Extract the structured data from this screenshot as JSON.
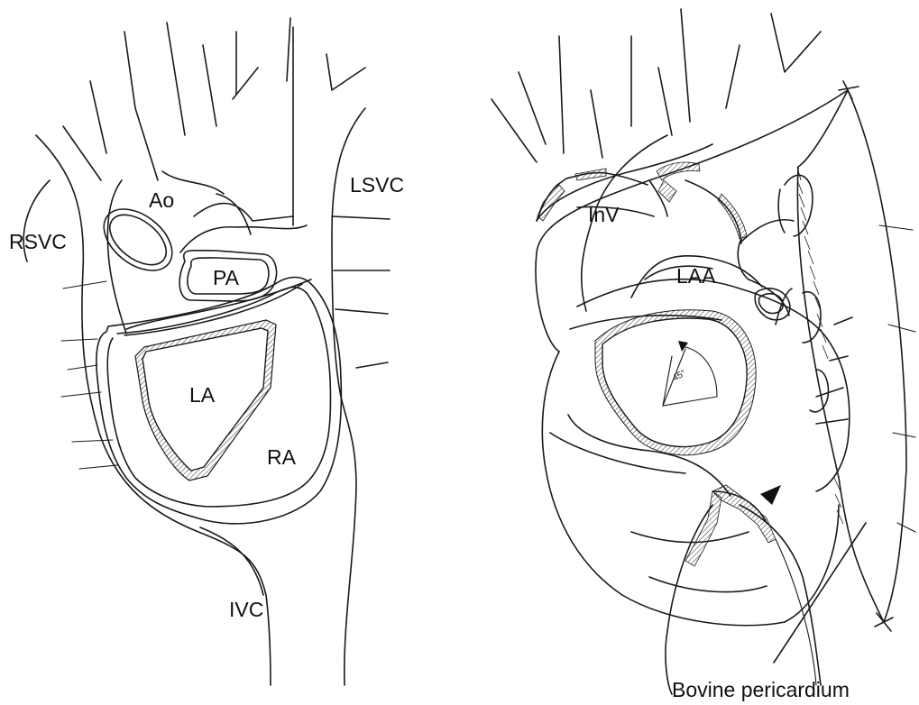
{
  "figure": {
    "left_panel": {
      "labels": {
        "ao": "Ao",
        "lsvc": "LSVC",
        "rsvc": "RSVC",
        "pa": "PA",
        "la": "LA",
        "ra": "RA",
        "ivc": "IVC"
      }
    },
    "right_panel": {
      "labels": {
        "inv": "InV",
        "laa": "LAA",
        "angle": "45°",
        "bovine_pericardium": "Bovine pericardium"
      }
    }
  }
}
